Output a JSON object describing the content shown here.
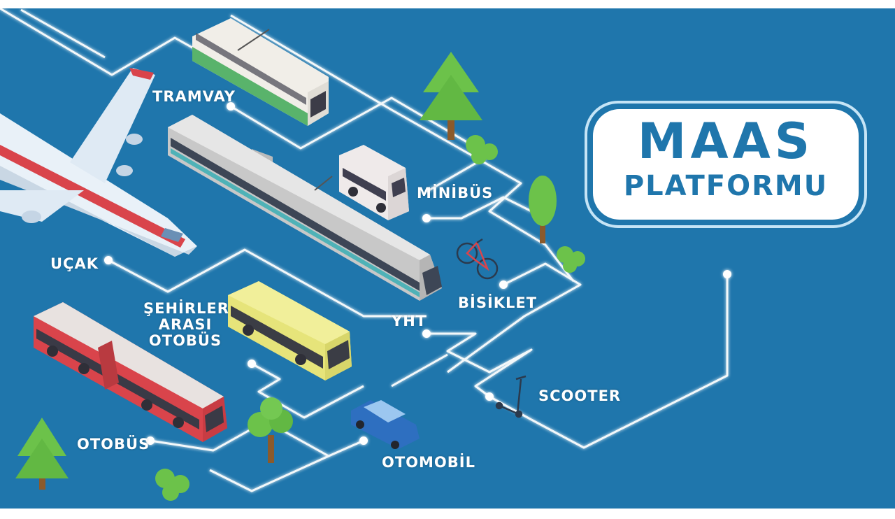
{
  "title": {
    "line1": "MAAS",
    "line2": "PLATFORMU"
  },
  "labels": {
    "tramvay": "TRAMVAY",
    "minibus": "MİNİBÜS",
    "ucak": "UÇAK",
    "bisiklet": "BİSİKLET",
    "sehirler_1": "ŞEHİRLER",
    "sehirler_2": "ARASI",
    "sehirler_3": "OTOBÜS",
    "yht": "YHT",
    "scooter": "SCOOTER",
    "otobus": "OTOBÜS",
    "otomobil": "OTOMOBİL"
  },
  "colors": {
    "background": "#1f76ac",
    "network_line": "#ffffff",
    "title_text": "#1f76ac",
    "tree_green": "#6cc24a",
    "bus_red": "#d9444b",
    "bus_yellow": "#e8e67a",
    "car_blue": "#2e6fc0"
  },
  "icons": [
    "airplane-icon",
    "tram-icon",
    "high-speed-train-icon",
    "minibus-icon",
    "bicycle-icon",
    "intercity-bus-icon",
    "city-bus-icon",
    "car-icon",
    "scooter-icon",
    "tree-icon",
    "bush-icon"
  ]
}
